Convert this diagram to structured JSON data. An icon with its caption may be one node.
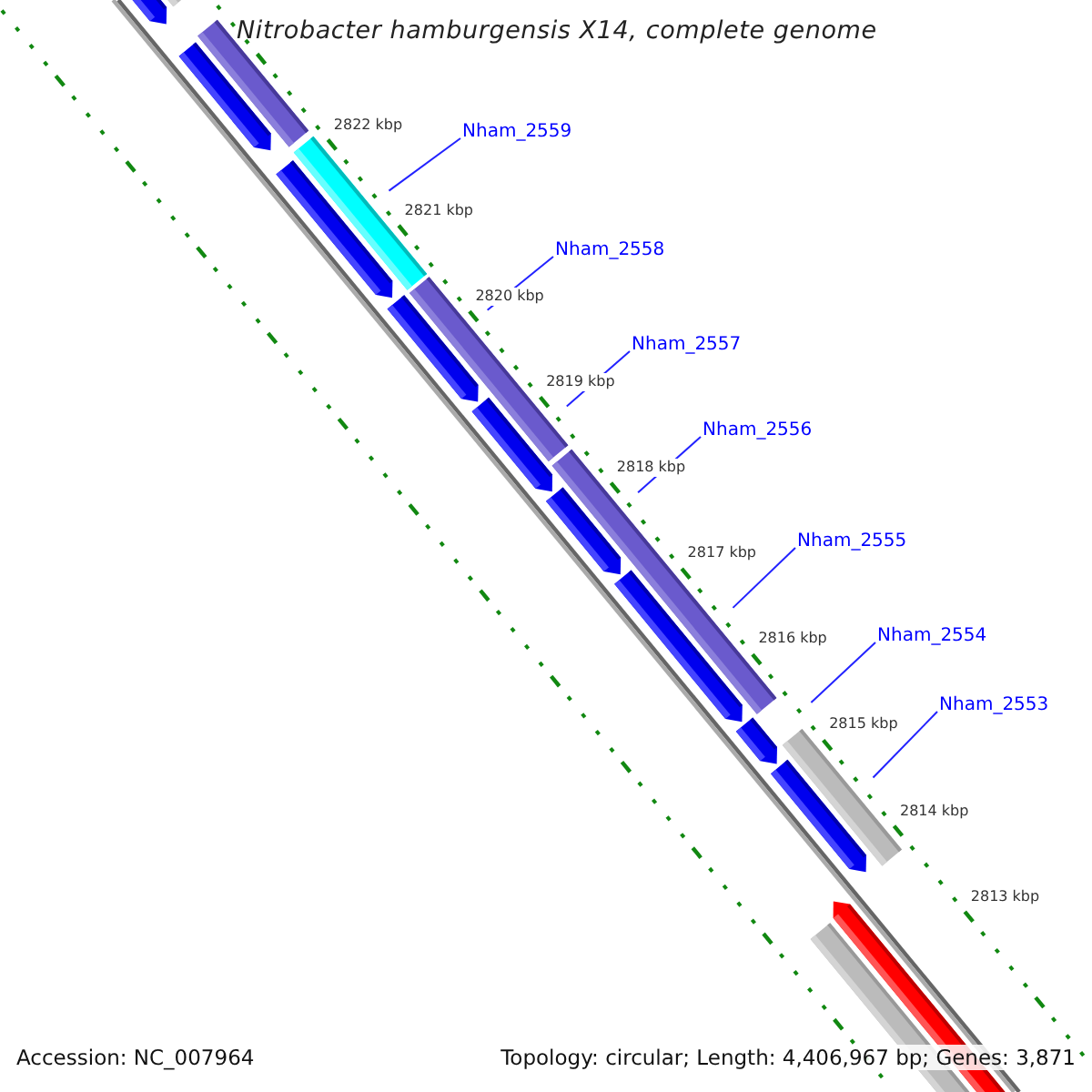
{
  "diagram": {
    "title": "Nitrobacter hamburgensis X14, complete genome",
    "nodes": [
      {
        "text": [
          "Nham_2559"
        ]
      },
      {
        "text": [
          "Nham_2558"
        ]
      },
      {
        "text": [
          "Nham_2557"
        ]
      },
      {
        "text": [
          "Nham_2556"
        ]
      },
      {
        "text": [
          "Nham_2555"
        ]
      },
      {
        "text": [
          "Nham_2554"
        ]
      },
      {
        "text": [
          "Nham_2553"
        ]
      },
      {
        "text": [],
        "shape": "pentagon"
      },
      {
        "text": [],
        "shape": "pentagon"
      },
      {
        "text": [],
        "shape": "pentagon"
      },
      {
        "text": [],
        "shape": "pentagon"
      },
      {
        "text": [],
        "shape": "pentagon"
      },
      {
        "text": [],
        "shape": "pentagon"
      },
      {
        "text": [],
        "shape": "pentagon"
      },
      {
        "text": [],
        "shape": "pentagon"
      },
      {
        "text": [],
        "shape": "pentagon"
      }
    ],
    "edges": [
      {
        "from": 0,
        "to": 9,
        "arrow": "none"
      },
      {
        "from": 1,
        "to": 10,
        "arrow": "none"
      },
      {
        "from": 2,
        "to": 11,
        "arrow": "none"
      },
      {
        "from": 3,
        "to": 12,
        "arrow": "none"
      },
      {
        "from": 4,
        "to": 13,
        "arrow": "none"
      },
      {
        "from": 5,
        "to": 14,
        "arrow": "none"
      },
      {
        "from": 6,
        "to": 15,
        "arrow": "none"
      }
    ],
    "labels": [
      "2822 kbp",
      "2821 kbp",
      "2820 kbp",
      "2819 kbp",
      "2818 kbp",
      "2817 kbp",
      "2816 kbp",
      "2815 kbp",
      "2814 kbp",
      "2813 kbp",
      "Accession: NC_007964",
      "Topology: circular; Length: 4,406,967 bp; Genes: 3,871"
    ]
  }
}
